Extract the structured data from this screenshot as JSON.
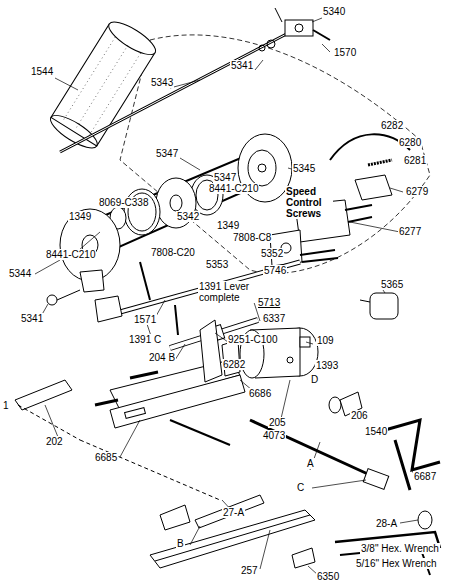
{
  "diagram": {
    "labels": [
      "5340",
      "1570",
      "5341",
      "1544",
      "5343",
      "6282",
      "6280",
      "6281",
      "5347",
      "5347",
      "8441-C210",
      "5345",
      "Speed Control Screws",
      "6279",
      "8069-C338",
      "1349",
      "5342",
      "1349",
      "7808-C8",
      "5352",
      "6277",
      "8441-C210",
      "5344",
      "7808-C20",
      "5353",
      "5746",
      "5365",
      "1391 Lever complete",
      "5713",
      "5341",
      "1571",
      "6337",
      "1391 C",
      "9251-C100",
      "109",
      "204 B",
      "6282",
      "1393",
      "D",
      "6686",
      "205",
      "206",
      "1540",
      "4073",
      "202",
      "6685",
      "A",
      "C",
      "6687",
      "27-A",
      "28-A",
      "B",
      "3/8\" Hex. Wrench",
      "5/16\" Hex Wrench",
      "6350",
      "257",
      "1"
    ]
  }
}
